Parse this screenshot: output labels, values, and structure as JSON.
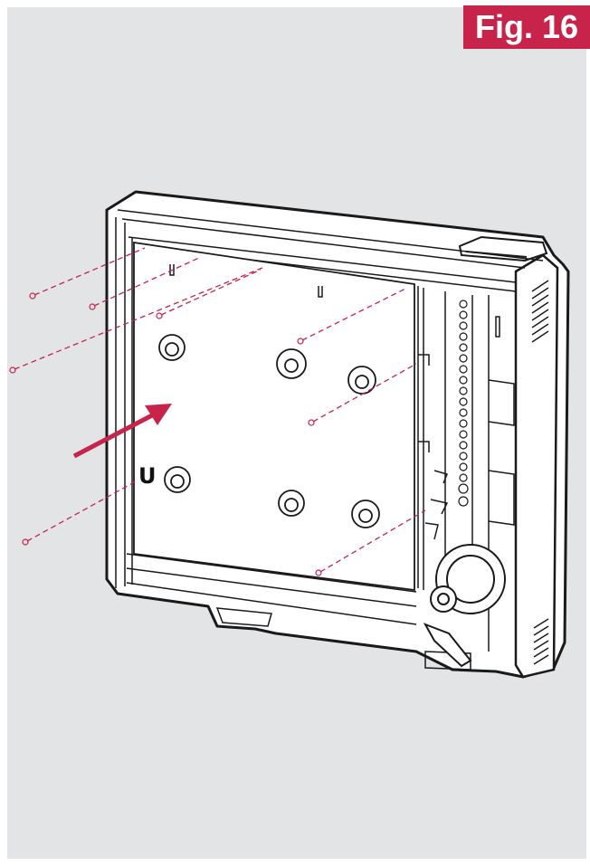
{
  "figure": {
    "badge_text": "Fig. 16",
    "callout_label": "U"
  },
  "colors": {
    "background": "#e3e4e6",
    "badge": "#c8234a",
    "accent": "#c8234a",
    "line": "#1a1a1a",
    "panel_fill": "#ffffff"
  },
  "icons": [
    "screw-icon",
    "direction-arrow",
    "fan-motor"
  ]
}
